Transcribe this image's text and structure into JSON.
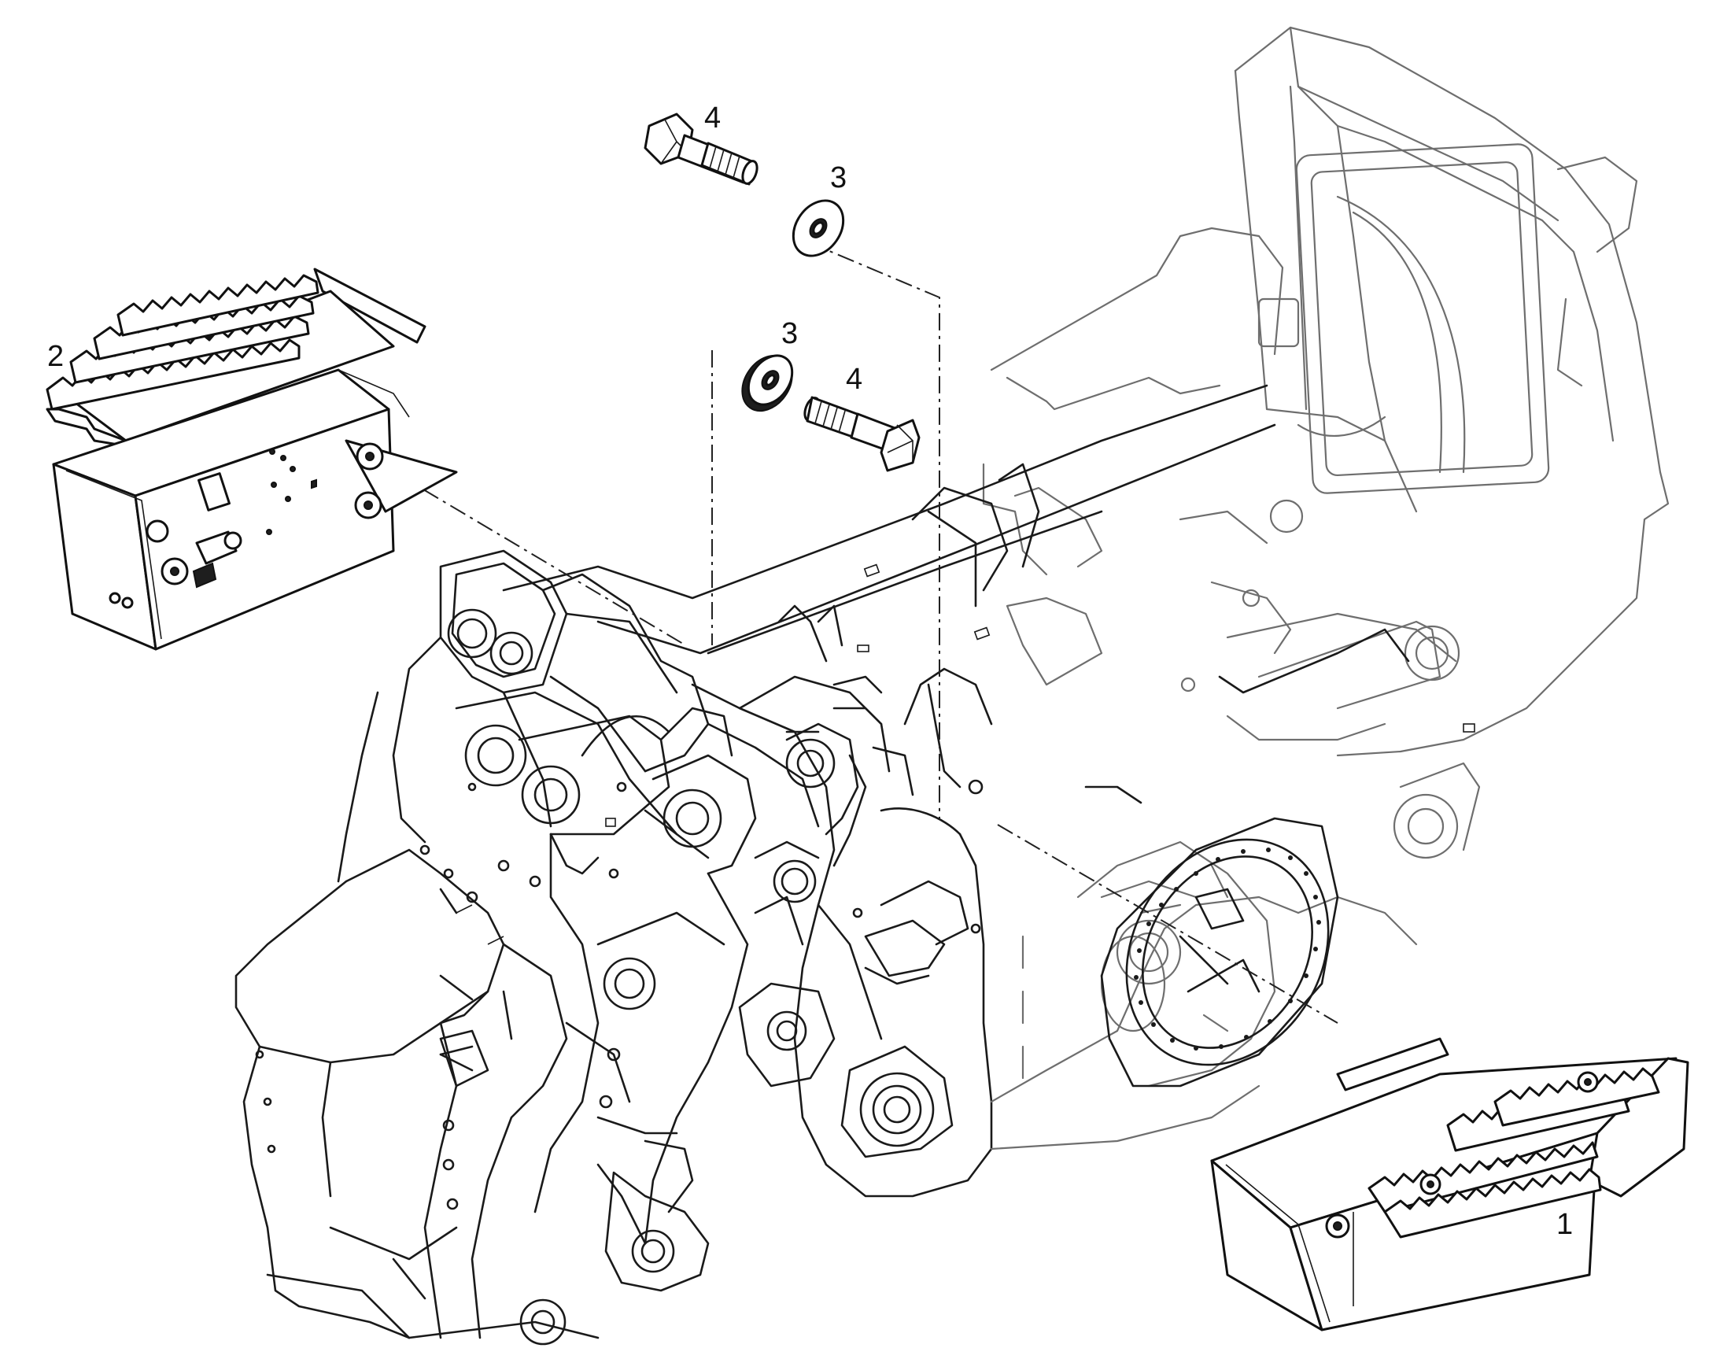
{
  "callouts": {
    "step_right": "1",
    "step_left": "2",
    "washer_top": "3",
    "washer_middle": "3",
    "bolt_top": "4",
    "bolt_middle": "4"
  },
  "parts": [
    {
      "item": "1",
      "component": "step-right-icon"
    },
    {
      "item": "2",
      "component": "step-left-icon"
    },
    {
      "item": "3",
      "component": "washer-icon"
    },
    {
      "item": "4",
      "component": "bolt-icon"
    }
  ]
}
